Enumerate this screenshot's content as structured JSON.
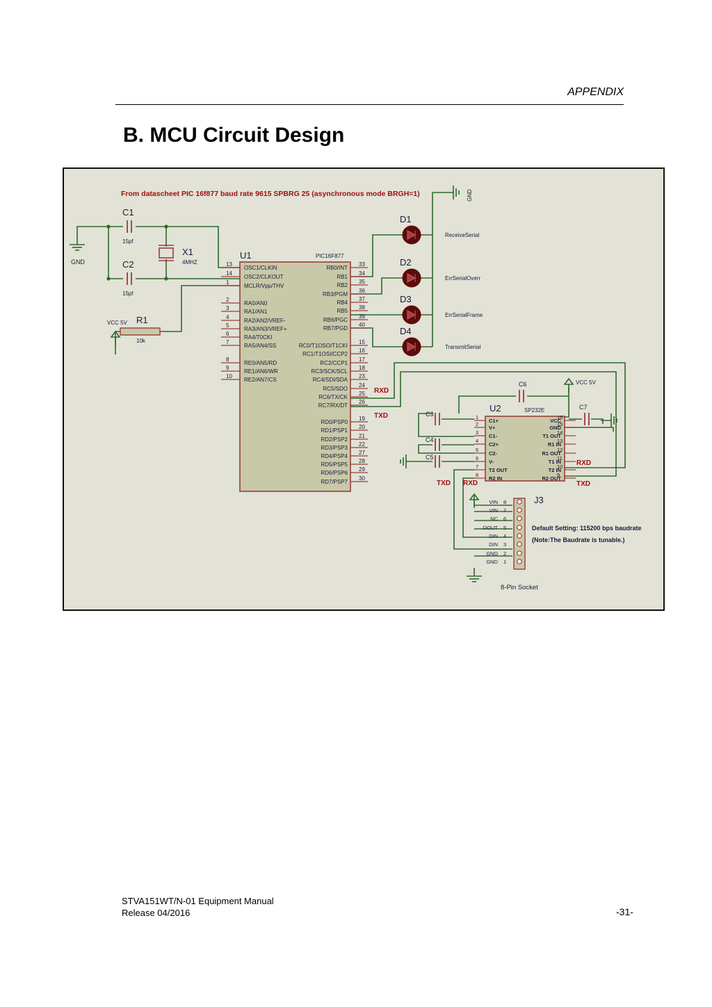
{
  "header": {
    "section": "APPENDIX",
    "title": "B. MCU Circuit Design"
  },
  "schematic": {
    "note": "From datascheet PIC 16f877 baud rate 9615  SPBRG  25  (asynchronous mode BRGH=1)",
    "gnd": "GND",
    "vcc": "VCC 5V",
    "c1": {
      "ref": "C1",
      "val": "15pf"
    },
    "c2": {
      "ref": "C2",
      "val": "15pf"
    },
    "x1": {
      "ref": "X1",
      "val": "4MHZ"
    },
    "r1": {
      "ref": "R1",
      "val": "10k"
    },
    "u1": {
      "ref": "U1",
      "part": "PIC16F877",
      "left_pins": [
        {
          "n": "13",
          "name": "OSC1/CLKIN"
        },
        {
          "n": "14",
          "name": "OSC2/CLKOUT"
        },
        {
          "n": "1",
          "name": "MCLR/Vpp/THV"
        },
        {
          "n": "2",
          "name": "RA0/AN0"
        },
        {
          "n": "3",
          "name": "RA1/AN1"
        },
        {
          "n": "4",
          "name": "RA2/AN2/VREF-"
        },
        {
          "n": "5",
          "name": "RA3/AN3/VREF+"
        },
        {
          "n": "6",
          "name": "RA4/T0CKI"
        },
        {
          "n": "7",
          "name": "RA5/AN4/SS"
        },
        {
          "n": "8",
          "name": "RE0/AN5/RD"
        },
        {
          "n": "9",
          "name": "RE1/AN6/WR"
        },
        {
          "n": "10",
          "name": "RE2/AN7/CS"
        }
      ],
      "right_pins": [
        {
          "n": "33",
          "name": "RB0/INT"
        },
        {
          "n": "34",
          "name": "RB1"
        },
        {
          "n": "35",
          "name": "RB2"
        },
        {
          "n": "36",
          "name": "RB3/PGM"
        },
        {
          "n": "37",
          "name": "RB4"
        },
        {
          "n": "38",
          "name": "RB5"
        },
        {
          "n": "39",
          "name": "RB6/PGC"
        },
        {
          "n": "40",
          "name": "RB7/PGD"
        },
        {
          "n": "15",
          "name": "RC0/T1OSO/T1CKI"
        },
        {
          "n": "16",
          "name": "RC1/T1OSI/CCP2"
        },
        {
          "n": "17",
          "name": "RC2/CCP1"
        },
        {
          "n": "18",
          "name": "RC3/SCK/SCL"
        },
        {
          "n": "23",
          "name": "RC4/SDI/SDA"
        },
        {
          "n": "24",
          "name": "RC5/SDO"
        },
        {
          "n": "25",
          "name": "RC6/TX/CK"
        },
        {
          "n": "26",
          "name": "RC7/RX/DT"
        },
        {
          "n": "19",
          "name": "RD0/PSP0"
        },
        {
          "n": "20",
          "name": "RD1/PSP1"
        },
        {
          "n": "21",
          "name": "RD2/PSP2"
        },
        {
          "n": "22",
          "name": "RD3/PSP3"
        },
        {
          "n": "27",
          "name": "RD4/PSP4"
        },
        {
          "n": "28",
          "name": "RD5/PSP5"
        },
        {
          "n": "29",
          "name": "RD6/PSP6"
        },
        {
          "n": "30",
          "name": "RD7/PSP7"
        }
      ]
    },
    "leds": [
      {
        "ref": "D1",
        "label": "ReceiveSerial"
      },
      {
        "ref": "D2",
        "label": "ErrSerialOverr"
      },
      {
        "ref": "D3",
        "label": "ErrSerialFrame"
      },
      {
        "ref": "D4",
        "label": "TransmitSerial"
      }
    ],
    "u2": {
      "ref": "U2",
      "part": "SP232E",
      "left_pins": [
        {
          "n": "1",
          "name": "C1+"
        },
        {
          "n": "2",
          "name": "V+"
        },
        {
          "n": "3",
          "name": "C1-"
        },
        {
          "n": "4",
          "name": "C2+"
        },
        {
          "n": "5",
          "name": "C2-"
        },
        {
          "n": "6",
          "name": "V-"
        },
        {
          "n": "7",
          "name": "T2 OUT"
        },
        {
          "n": "8",
          "name": "R2 IN"
        }
      ],
      "right_pins": [
        {
          "n": "16",
          "name": "VCC"
        },
        {
          "n": "15",
          "name": "GND"
        },
        {
          "n": "14",
          "name": "T1 OUT"
        },
        {
          "n": "13",
          "name": "R1 IN"
        },
        {
          "n": "12",
          "name": "R1 OUT"
        },
        {
          "n": "11",
          "name": "T1 IN"
        },
        {
          "n": "10",
          "name": "T2 IN"
        },
        {
          "n": "9",
          "name": "R2 OUT"
        }
      ]
    },
    "caps": {
      "c3": "C3",
      "c4": "C4",
      "c5": "C5",
      "c6": "C6",
      "c7": "C7"
    },
    "net_rxd": "RXD",
    "net_txd": "TXD",
    "j3": {
      "ref": "J3",
      "caption": "8-Pin Socket",
      "pins": [
        {
          "name": "VIN",
          "n": "8"
        },
        {
          "name": "VIN",
          "n": "7"
        },
        {
          "name": "NC",
          "n": "6"
        },
        {
          "name": "DOUT",
          "n": "5"
        },
        {
          "name": "DIN",
          "n": "4"
        },
        {
          "name": "DIN",
          "n": "3"
        },
        {
          "name": "GND",
          "n": "2"
        },
        {
          "name": "GND",
          "n": "1"
        }
      ]
    },
    "default_setting": "Default Setting:  115200 bps baudrate",
    "tunable_note": "(Note:The Baudrate is tunable.)",
    "colors": {
      "wire": "#2c6a2c",
      "part": "#9c3c3c",
      "body": "#c7c9a8",
      "led": "#5c0a0a",
      "text": "#1a1a3c",
      "red_text": "#a01010"
    }
  },
  "footer": {
    "manual": "STVA151WT/N-01 Equipment Manual",
    "release": "Release 04/2016",
    "page": "-31-"
  }
}
